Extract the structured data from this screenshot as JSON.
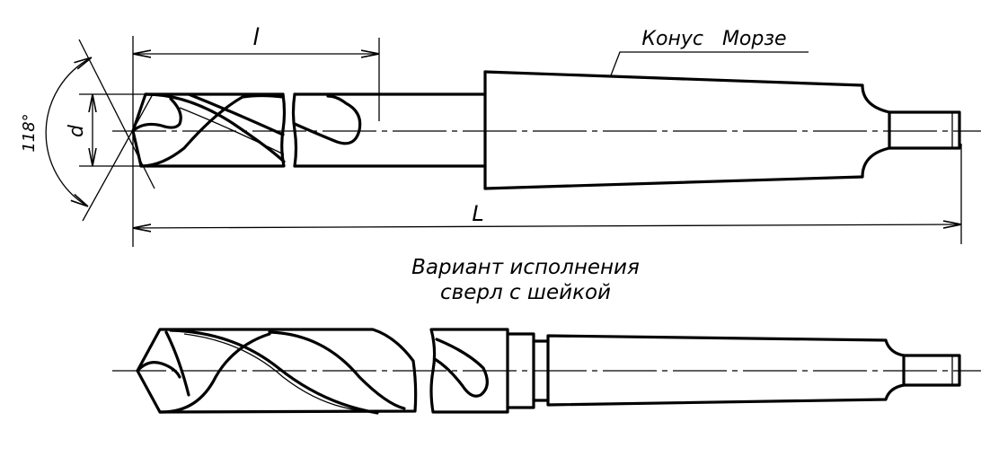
{
  "labels": {
    "flute_length": "l",
    "overall_length": "L",
    "diameter": "d",
    "point_angle": "118°",
    "morse_taper": "Конус   Морзе",
    "variant_line1": "Вариант исполнения",
    "variant_line2": "сверл с шейкой"
  }
}
